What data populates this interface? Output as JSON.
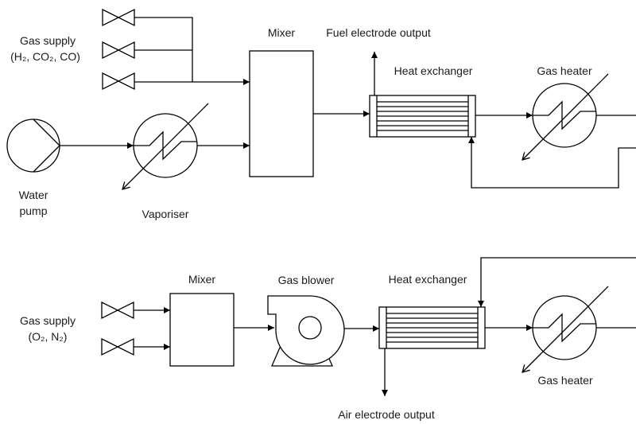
{
  "fuel_line": {
    "gas_supply_label": "Gas supply",
    "gas_supply_species": "(H₂, CO₂, CO)",
    "water_pump_label_1": "Water",
    "water_pump_label_2": "pump",
    "vaporiser_label": "Vaporiser",
    "mixer_label": "Mixer",
    "output_label": "Fuel electrode output",
    "heat_exchanger_label": "Heat exchanger",
    "gas_heater_label": "Gas heater"
  },
  "air_line": {
    "gas_supply_label": "Gas supply",
    "gas_supply_species": "(O₂, N₂)",
    "mixer_label": "Mixer",
    "gas_blower_label": "Gas blower",
    "heat_exchanger_label": "Heat exchanger",
    "gas_heater_label": "Gas heater",
    "output_label": "Air electrode output"
  }
}
